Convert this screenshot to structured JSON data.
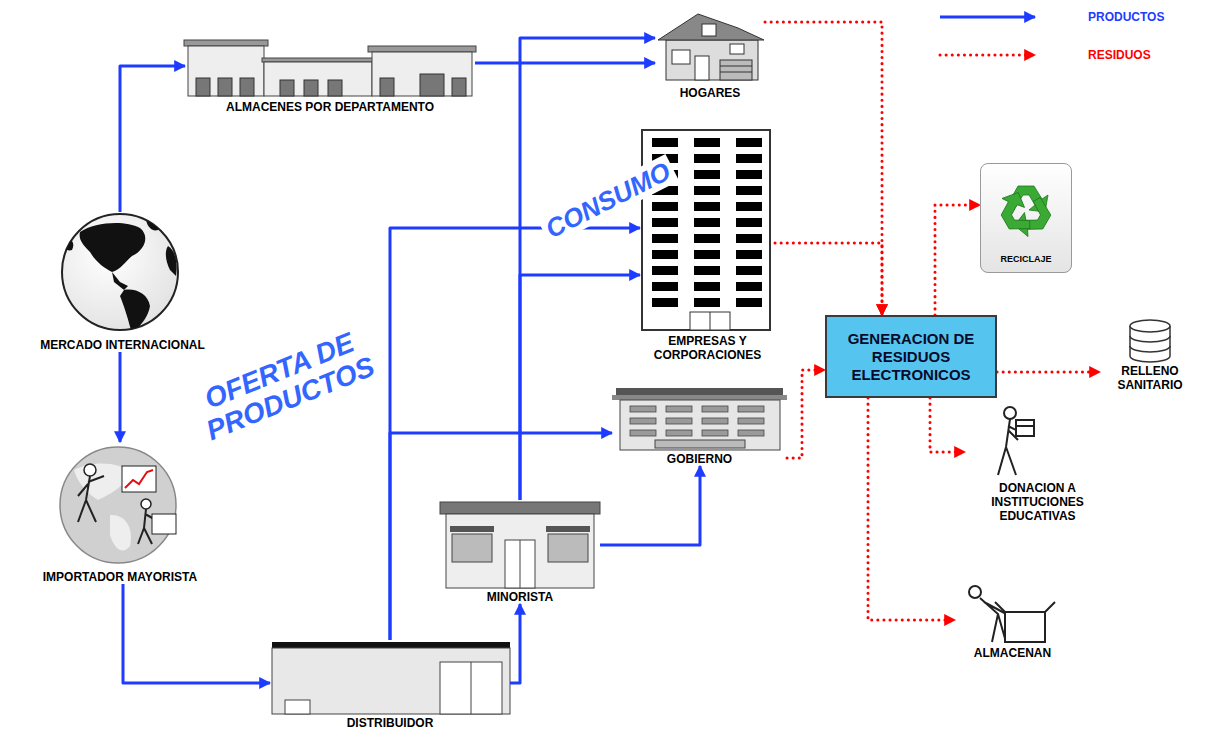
{
  "diagram": {
    "nodes": [
      {
        "text": [
          "ALMACENES POR DEPARTAMENTO"
        ]
      },
      {
        "text": [
          "HOGARES"
        ]
      },
      {
        "text": [
          "EMPRESAS Y CORPORACIONES"
        ]
      },
      {
        "text": [
          "GOBIERNO"
        ]
      },
      {
        "text": [
          "MERCADO INTERNACIONAL"
        ]
      },
      {
        "text": [
          "IMPORTADOR MAYORISTA"
        ]
      },
      {
        "text": [
          "MINORISTA"
        ]
      },
      {
        "text": [
          "DISTRIBUIDOR"
        ]
      },
      {
        "text": [
          "GENERACION DE RESIDUOS ELECTRONICOS"
        ]
      },
      {
        "text": [
          "RECICLAJE"
        ]
      },
      {
        "text": [
          "RELLENO SANITARIO"
        ]
      },
      {
        "text": [
          "DONACION A INSTITUCIONES EDUCATIVAS"
        ]
      },
      {
        "text": [
          "ALMACENAN"
        ]
      }
    ],
    "edges": [
      {
        "from": 4,
        "to": 0,
        "arrow": "to"
      },
      {
        "from": 4,
        "to": 5,
        "arrow": "to"
      },
      {
        "from": 5,
        "to": 7,
        "arrow": "to"
      },
      {
        "from": 0,
        "to": 1,
        "arrow": "to"
      },
      {
        "from": 7,
        "to": 2,
        "arrow": "to"
      },
      {
        "from": 7,
        "to": 3,
        "arrow": "to"
      },
      {
        "from": 7,
        "to": 6,
        "arrow": "to"
      },
      {
        "from": 6,
        "to": 1,
        "arrow": "to"
      },
      {
        "from": 6,
        "to": 2,
        "arrow": "to"
      },
      {
        "from": 6,
        "to": 3,
        "arrow": "to"
      },
      {
        "from": 1,
        "to": 8,
        "arrow": "to"
      },
      {
        "from": 2,
        "to": 8,
        "arrow": "to"
      },
      {
        "from": 3,
        "to": 8,
        "arrow": "to"
      },
      {
        "from": 8,
        "to": 9,
        "arrow": "to"
      },
      {
        "from": 8,
        "to": 10,
        "arrow": "to"
      },
      {
        "from": 8,
        "to": 11,
        "arrow": "to"
      },
      {
        "from": 8,
        "to": 12,
        "arrow": "to"
      }
    ],
    "labels": [
      "OFERTA DE PRODUCTOS",
      "CONSUMO"
    ],
    "legend": [
      {
        "text": "PRODUCTOS"
      },
      {
        "text": "RESIDUOS"
      }
    ]
  }
}
